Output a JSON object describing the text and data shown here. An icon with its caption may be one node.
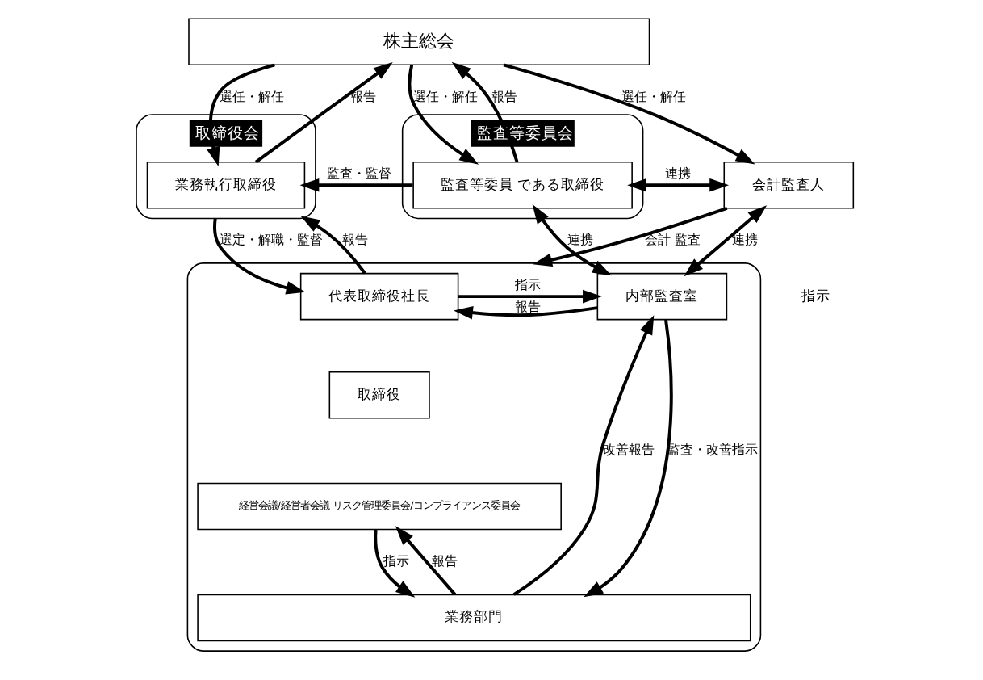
{
  "diagram": {
    "nodes": [
      {
        "text": [
          "株主総会"
        ]
      },
      {
        "text": [
          "取締役会"
        ]
      },
      {
        "text": [
          "監査等委員会"
        ]
      },
      {
        "text": [
          "業務執行取締役"
        ],
        "in": 1
      },
      {
        "text": [
          "監査等委員 である取締役"
        ],
        "in": 2
      },
      {
        "text": [
          "会計監査人"
        ]
      },
      {
        "text": [],
        "shape": "box"
      },
      {
        "text": [
          "代表取締役社長"
        ],
        "in": 6
      },
      {
        "text": [
          "取締役"
        ],
        "in": 6
      },
      {
        "text": [
          "経営会議/経営者会議 リスク管理委員会/コンプライアンス委員会"
        ],
        "in": 6
      },
      {
        "text": [
          "内部監査室"
        ],
        "in": 6
      },
      {
        "text": [
          "業務部門"
        ],
        "in": 6
      }
    ],
    "edges": [
      {
        "from": 0,
        "to": 3,
        "arrow": "to",
        "label": "選任・解任"
      },
      {
        "from": 3,
        "to": 0,
        "arrow": "to",
        "label": "報告"
      },
      {
        "from": 0,
        "to": 4,
        "arrow": "to",
        "label": "選任・解任"
      },
      {
        "from": 4,
        "to": 0,
        "arrow": "to",
        "label": "報告"
      },
      {
        "from": 0,
        "to": 5,
        "arrow": "to",
        "label": "選任・解任"
      },
      {
        "from": 4,
        "to": 3,
        "arrow": "to",
        "label": "監査・監督"
      },
      {
        "from": 4,
        "to": 5,
        "arrow": "both",
        "label": "連携"
      },
      {
        "from": 10,
        "to": 4,
        "arrow": "both",
        "label": "連携"
      },
      {
        "from": 10,
        "to": 5,
        "arrow": "both",
        "label": "連携"
      },
      {
        "from": 1,
        "to": 7,
        "arrow": "to",
        "label": "選定・解職・監督"
      },
      {
        "from": 7,
        "to": 1,
        "arrow": "to",
        "label": "報告"
      },
      {
        "from": 7,
        "to": 10,
        "arrow": "to",
        "label": "指示"
      },
      {
        "from": 10,
        "to": 7,
        "arrow": "to",
        "label": "報告"
      },
      {
        "from": 9,
        "to": 11,
        "arrow": "to",
        "label": "指示"
      },
      {
        "from": 11,
        "to": 9,
        "arrow": "to",
        "label": "報告"
      },
      {
        "from": 10,
        "to": 11,
        "arrow": "to",
        "label": "監査・改善指示"
      },
      {
        "from": 11,
        "to": 10,
        "arrow": "to",
        "label": "改善報告"
      },
      {
        "from": 5,
        "to": 6,
        "arrow": "to",
        "label": "会計 監査"
      }
    ],
    "labels": [
      "指示"
    ]
  }
}
